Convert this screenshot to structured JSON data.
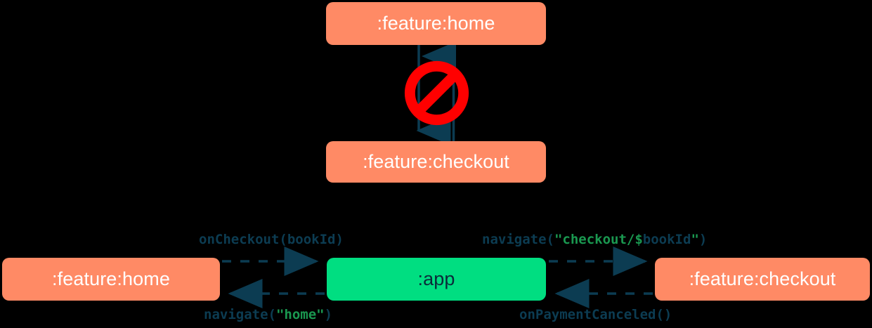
{
  "diagram": {
    "type": "module-dependency-diagram",
    "background_color": "#000000",
    "colors": {
      "feature_module": "#FF8A65",
      "app_module": "#00DE81",
      "edge": "#0c3c52",
      "string_literal": "#1a9850",
      "forbidden_icon": "#FF0000",
      "node_text_light": "#FFFFFF",
      "node_text_dark": "#0B2B3A"
    },
    "top_section": {
      "nodes": [
        {
          "id": "home-top",
          "label": ":feature:home",
          "style": "orange"
        },
        {
          "id": "checkout-top",
          "label": ":feature:checkout",
          "style": "orange"
        }
      ],
      "edges": [
        {
          "from": "home-top",
          "to": "checkout-top",
          "direction": "down",
          "style": "solid"
        },
        {
          "from": "checkout-top",
          "to": "home-top",
          "direction": "up",
          "style": "solid"
        }
      ],
      "overlay_icon": "no-entry-icon",
      "overlay_meaning": "forbidden direct dependency"
    },
    "bottom_section": {
      "nodes": [
        {
          "id": "home-bottom",
          "label": ":feature:home",
          "style": "orange"
        },
        {
          "id": "app",
          "label": ":app",
          "style": "green"
        },
        {
          "id": "checkout-bottom",
          "label": ":feature:checkout",
          "style": "orange"
        }
      ],
      "edges": [
        {
          "id": "onCheckout",
          "from": "home-bottom",
          "to": "app",
          "direction": "right",
          "style": "dashed",
          "label_tokens": [
            {
              "text": "onCheckout(bookId)",
              "kind": "code"
            }
          ]
        },
        {
          "id": "navigateCheckout",
          "from": "app",
          "to": "checkout-bottom",
          "direction": "right",
          "style": "dashed",
          "label_tokens": [
            {
              "text": "navigate(",
              "kind": "code"
            },
            {
              "text": "\"checkout/$",
              "kind": "string"
            },
            {
              "text": "bookId",
              "kind": "code"
            },
            {
              "text": "\"",
              "kind": "string"
            },
            {
              "text": ")",
              "kind": "code"
            }
          ]
        },
        {
          "id": "navigateHome",
          "from": "app",
          "to": "home-bottom",
          "direction": "left",
          "style": "dashed",
          "label_tokens": [
            {
              "text": "navigate(",
              "kind": "code"
            },
            {
              "text": "\"home\"",
              "kind": "string"
            },
            {
              "text": ")",
              "kind": "code"
            }
          ]
        },
        {
          "id": "onPaymentCanceled",
          "from": "checkout-bottom",
          "to": "app",
          "direction": "left",
          "style": "dashed",
          "label_tokens": [
            {
              "text": "onPaymentCanceled()",
              "kind": "code"
            }
          ]
        }
      ]
    }
  },
  "labels": {
    "home_top": ":feature:home",
    "checkout_top": ":feature:checkout",
    "home_bottom": ":feature:home",
    "app": ":app",
    "checkout_bottom": ":feature:checkout",
    "on_checkout": "onCheckout(bookId)",
    "navigate_checkout": {
      "fn": "navigate(",
      "str_open": "\"checkout/$",
      "var": "bookId",
      "str_close": "\"",
      "paren": ")"
    },
    "navigate_home": {
      "fn": "navigate(",
      "str": "\"home\"",
      "paren": ")"
    },
    "on_payment_canceled": "onPaymentCanceled()"
  }
}
